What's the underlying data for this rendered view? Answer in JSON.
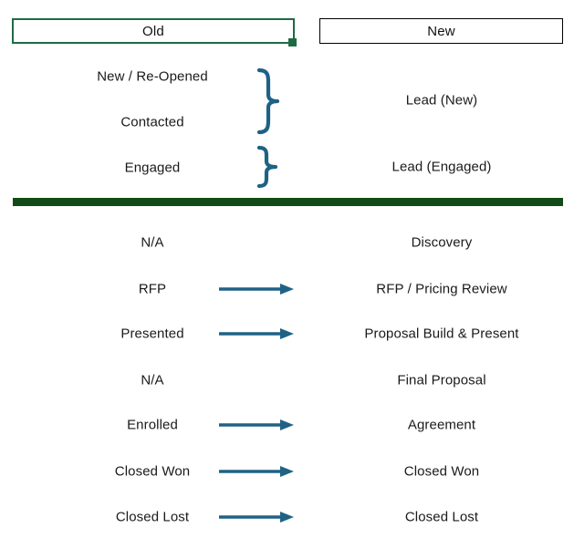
{
  "diagram": {
    "title_columns": {
      "old_label": "Old",
      "new_label": "New"
    },
    "colors": {
      "old_box_border": "#1d6b45",
      "new_box_border": "#000000",
      "divider": "#134b18",
      "connector": "#1f6285",
      "text": "#1a1a1a",
      "background": "#ffffff"
    },
    "upper_section": {
      "rows": [
        {
          "old": "New / Re-Opened",
          "connector": "brace",
          "new": "Lead (New)"
        },
        {
          "old": "Contacted",
          "connector": "brace",
          "new": ""
        },
        {
          "old": "Engaged",
          "connector": "brace",
          "new": "Lead (Engaged)"
        }
      ]
    },
    "lower_section": {
      "rows": [
        {
          "old": "N/A",
          "connector": "none",
          "new": "Discovery"
        },
        {
          "old": "RFP",
          "connector": "arrow",
          "new": "RFP / Pricing Review"
        },
        {
          "old": "Presented",
          "connector": "arrow",
          "new": "Proposal Build & Present"
        },
        {
          "old": "N/A",
          "connector": "none",
          "new": "Final Proposal"
        },
        {
          "old": "Enrolled",
          "connector": "arrow",
          "new": "Agreement"
        },
        {
          "old": "Closed Won",
          "connector": "arrow",
          "new": "Closed Won"
        },
        {
          "old": "Closed Lost",
          "connector": "arrow",
          "new": "Closed Lost"
        }
      ]
    },
    "icons": {
      "brace": "curly-brace-right",
      "arrow": "arrow-right",
      "handle": "selection-handle"
    }
  }
}
